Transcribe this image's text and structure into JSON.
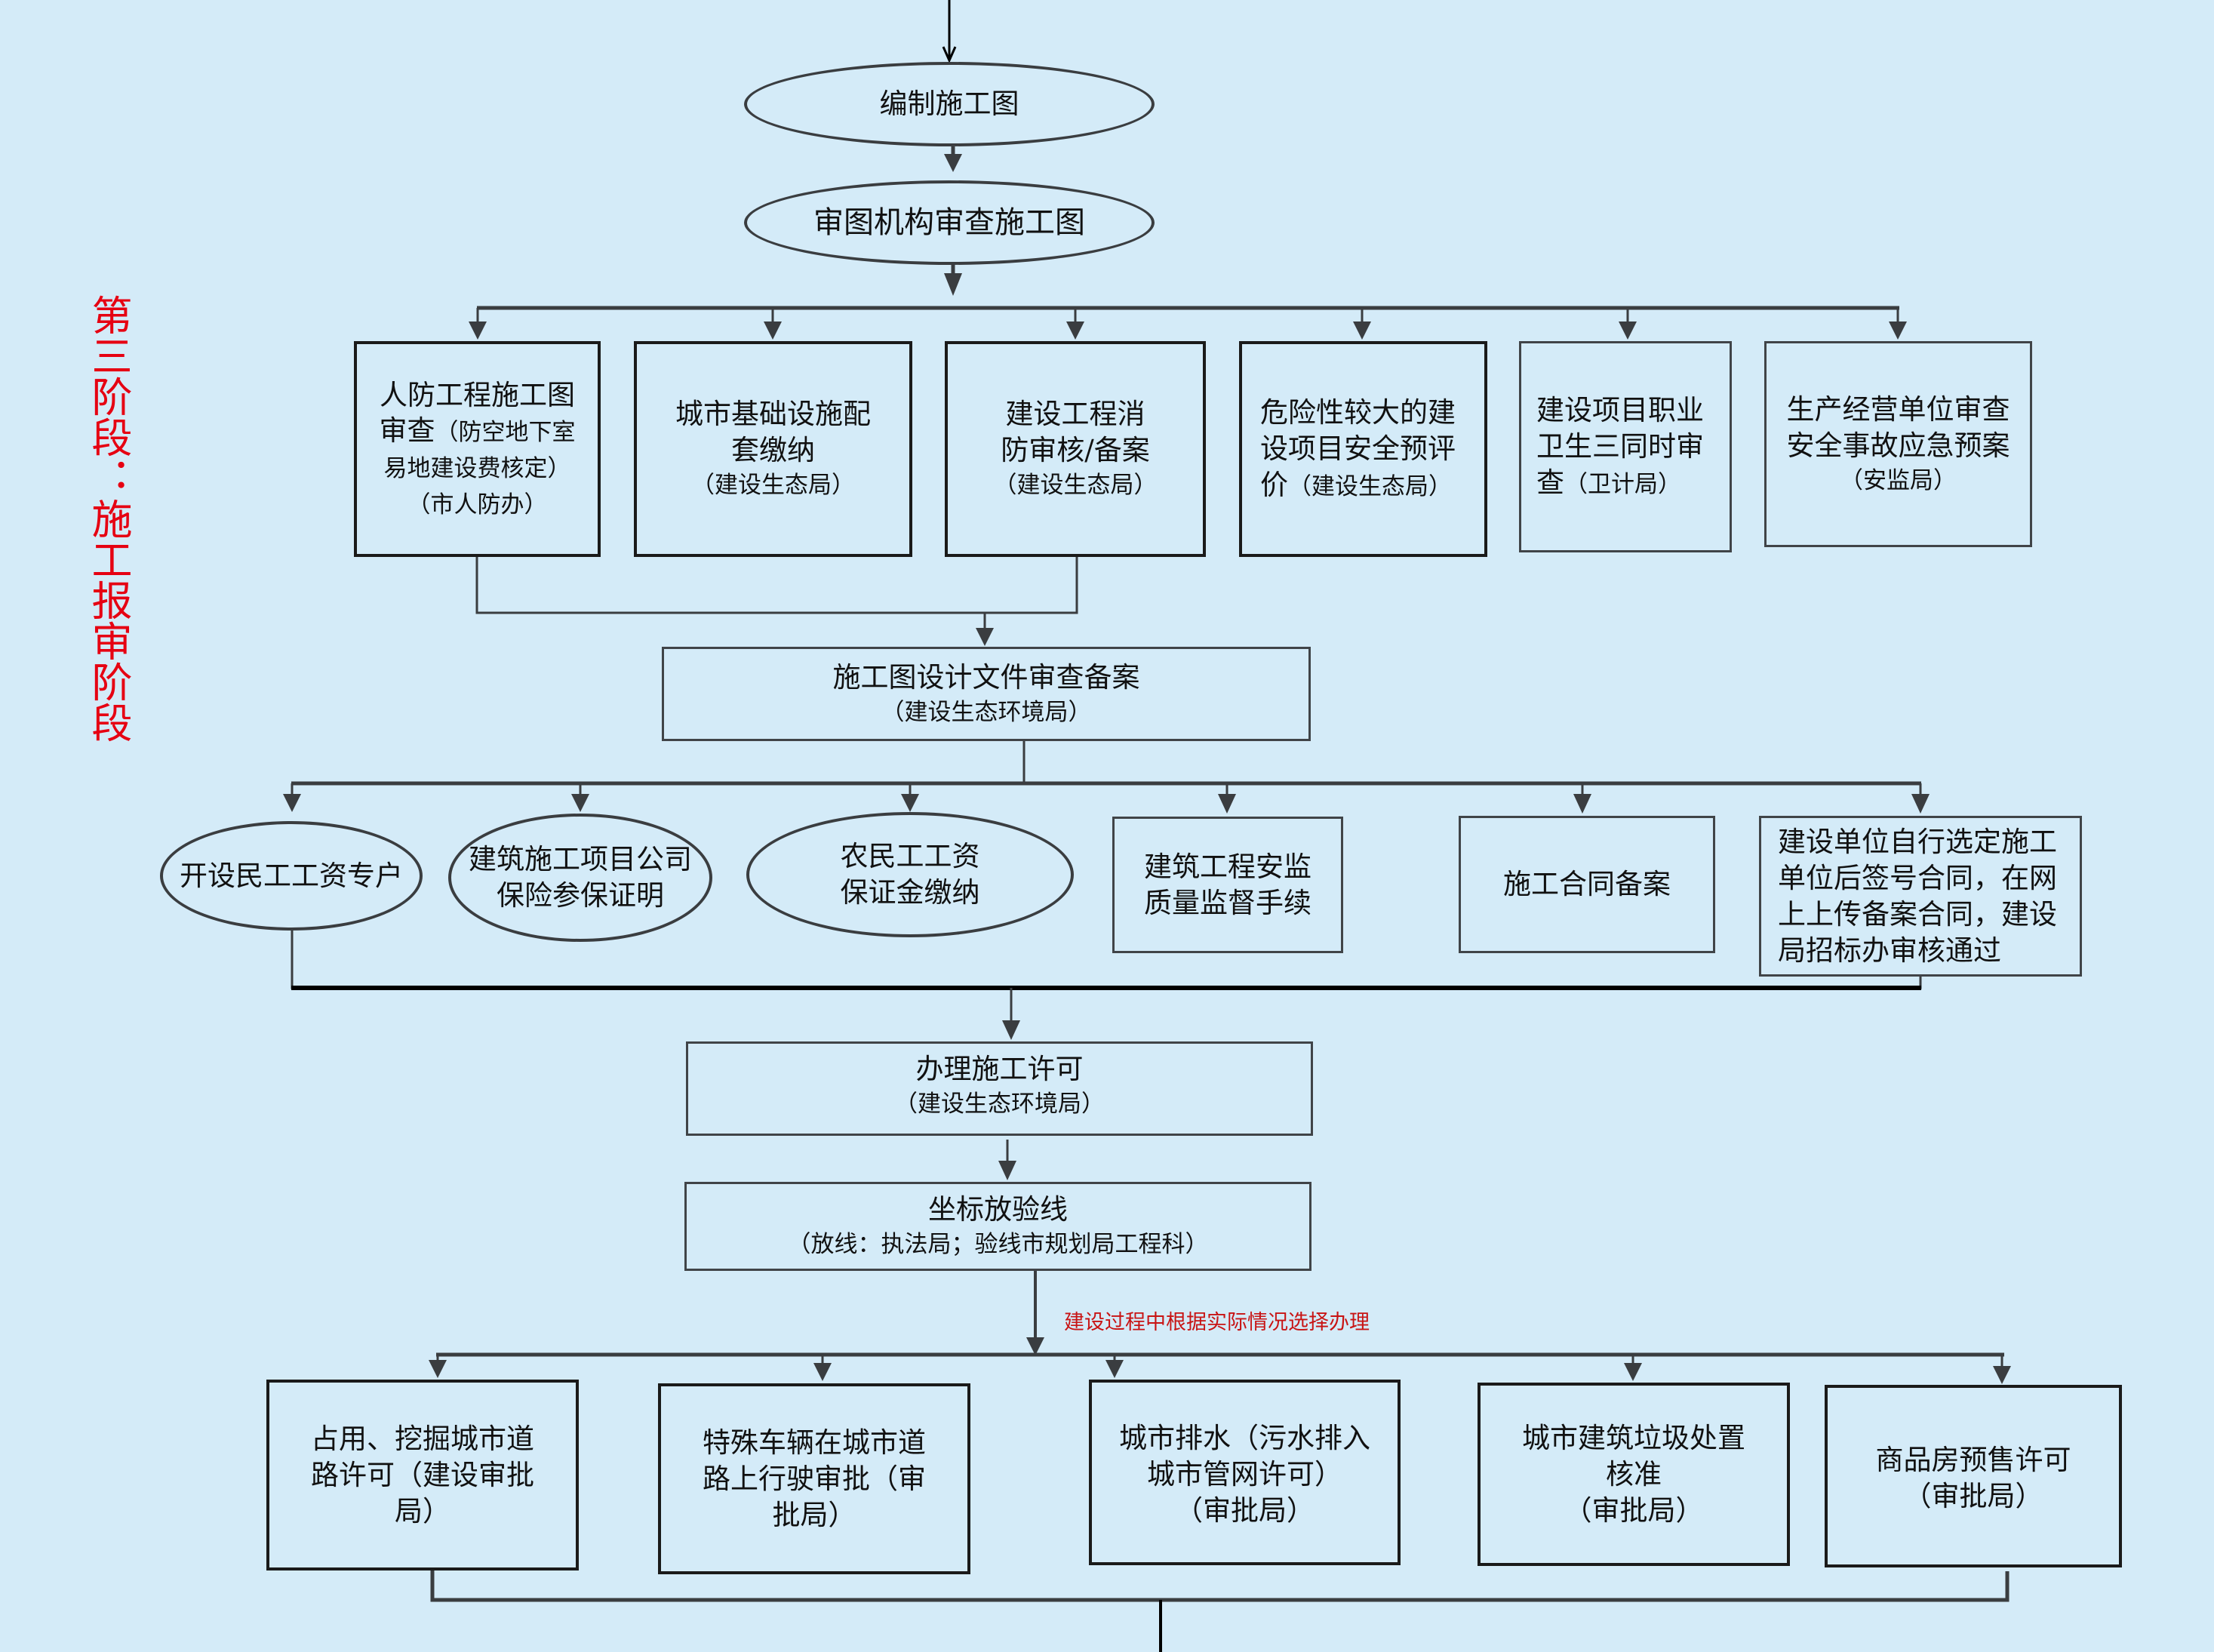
{
  "stage_label": "第三阶段：施工报审阶段",
  "colors": {
    "background": "#d4ebf8",
    "stage_label": "#e60012",
    "note": "#c81414",
    "line": "#3a3d40"
  },
  "top": {
    "prepare_drawings": "编制施工图",
    "review_drawings": "审图机构审查施工图"
  },
  "row1": [
    {
      "title": "人防工程施工图审查",
      "detail": "（防空地下室易地建设费核定）（市人防办）"
    },
    {
      "title": "城市基础设施配套缴纳",
      "detail": "（建设生态局）"
    },
    {
      "title": "建设工程消防审核/备案",
      "detail": "（建设生态局）"
    },
    {
      "title": "危险性较大的建设项目安全预评价",
      "detail": "（建设生态局）"
    },
    {
      "title": "建设项目职业卫生三同时审查",
      "detail": "（卫计局）"
    },
    {
      "title": "生产经营单位审查安全事故应急预案",
      "detail": "（安监局）"
    }
  ],
  "filing": {
    "title": "施工图设计文件审查备案",
    "detail": "（建设生态环境局）"
  },
  "row2": [
    {
      "title": "开设民工工资专户"
    },
    {
      "title": "建筑施工项目公司保险参保证明"
    },
    {
      "title": "农民工工资保证金缴纳"
    },
    {
      "title": "建筑工程安监质量监督手续"
    },
    {
      "title": "施工合同备案"
    },
    {
      "title": "建设单位自行选定施工单位后签号合同，在网上上传备案合同，建设局招标办审核通过"
    }
  ],
  "permit": {
    "title": "办理施工许可",
    "detail": "（建设生态环境局）"
  },
  "survey": {
    "title": "坐标放验线",
    "detail": "（放线：执法局；验线市规划局工程科）"
  },
  "optional_note": "建设过程中根据实际情况选择办理",
  "row3": [
    {
      "title": "占用、挖掘城市道路许可（建设审批局）"
    },
    {
      "title": "特殊车辆在城市道路上行驶审批（审批局）"
    },
    {
      "title": "城市排水（污水排入城市管网许可）",
      "detail": "（审批局）"
    },
    {
      "title": "城市建筑垃圾处置核准",
      "detail": "（审批局）"
    },
    {
      "title": "商品房预售许可",
      "detail": "（审批局）"
    }
  ]
}
